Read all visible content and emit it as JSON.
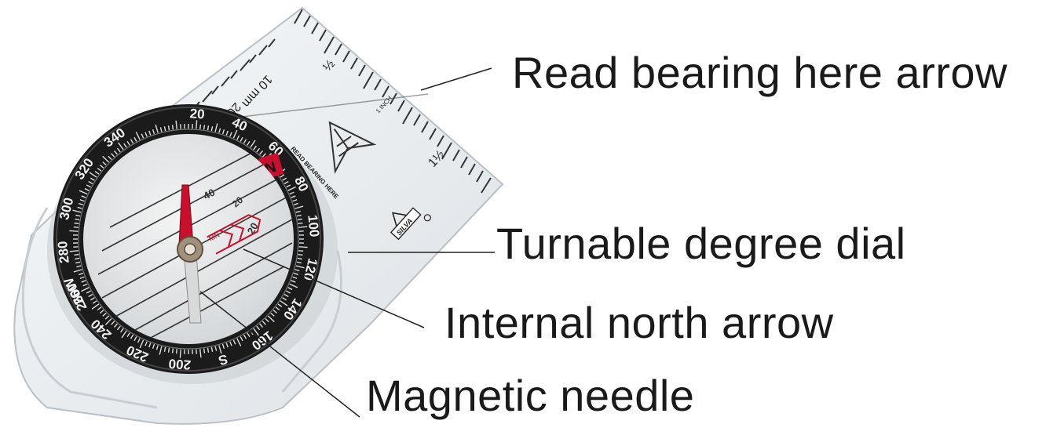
{
  "labels": {
    "read_bearing": "Read bearing here arrow",
    "turnable_dial": "Turnable degree dial",
    "internal_north_arrow": "Internal north arrow",
    "magnetic_needle": "Magnetic needle"
  },
  "compass": {
    "bezel_numbers": [
      "260",
      "280",
      "300",
      "320",
      "340",
      "N",
      "20",
      "40",
      "60",
      "80",
      "100",
      "120",
      "140",
      "160",
      "S",
      "200",
      "220",
      "240",
      "260W"
    ],
    "ruler_mm_labels": [
      "10 mm",
      "20"
    ],
    "ruler_inch_labels": [
      "½",
      "1 INCH",
      "1½"
    ],
    "housing_text": "READ BEARING HERE",
    "brand": "SILVA",
    "inner_labels": [
      "40",
      "20",
      "20",
      "MN"
    ]
  },
  "colors": {
    "needle_north": "#c8102e",
    "needle_south": "#d9d9d9",
    "bezel": "#1b1b1b",
    "baseplate": "#eef1f3",
    "label_text": "#1a1a1a",
    "leader_line": "#222222"
  }
}
